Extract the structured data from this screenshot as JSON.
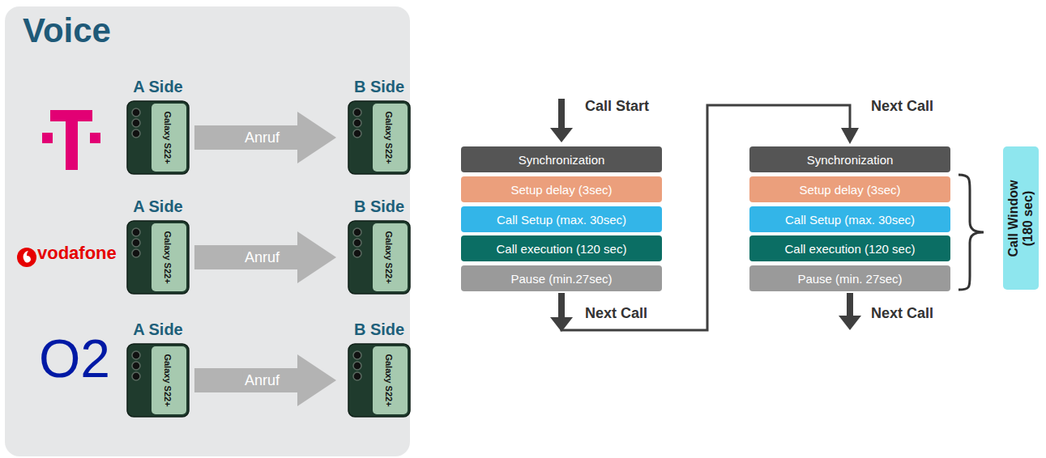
{
  "diagram": {
    "title": "Voice",
    "nodes": [
      {
        "text": [
          "A Side",
          "Galaxy S22+"
        ]
      },
      {
        "text": [
          "B Side",
          "Galaxy S22+"
        ]
      },
      {
        "text": [
          "A Side",
          "Galaxy S22+"
        ]
      },
      {
        "text": [
          "B Side",
          "Galaxy S22+"
        ]
      },
      {
        "text": [
          "A Side",
          "Galaxy S22+"
        ]
      },
      {
        "text": [
          "B Side",
          "Galaxy S22+"
        ]
      },
      {
        "text": [
          "Synchronization"
        ]
      },
      {
        "text": [
          "Setup delay (3sec)"
        ]
      },
      {
        "text": [
          "Call Setup (max. 30sec)"
        ]
      },
      {
        "text": [
          "Call execution (120 sec)"
        ]
      },
      {
        "text": [
          "Pause (min.27sec)"
        ]
      },
      {
        "text": [
          "Synchronization"
        ]
      },
      {
        "text": [
          "Setup delay (3sec)"
        ]
      },
      {
        "text": [
          "Call Setup (max. 30sec)"
        ]
      },
      {
        "text": [
          "Call execution (120 sec)"
        ]
      },
      {
        "text": [
          "Pause (min. 27sec)"
        ]
      },
      {
        "text": [
          "Call Window (180 sec)"
        ]
      }
    ],
    "edges": [
      {
        "from": 0,
        "to": 1,
        "label": "Anruf",
        "arrow": "to"
      },
      {
        "from": 2,
        "to": 3,
        "label": "Anruf",
        "arrow": "to"
      },
      {
        "from": 4,
        "to": 5,
        "label": "Anruf",
        "arrow": "to"
      },
      {
        "from": 10,
        "to": 11,
        "arrow": "to"
      }
    ],
    "labels": [
      "vodafone",
      "O2",
      "Call Start",
      "Next Call",
      "Next Call",
      "Next Call"
    ]
  }
}
